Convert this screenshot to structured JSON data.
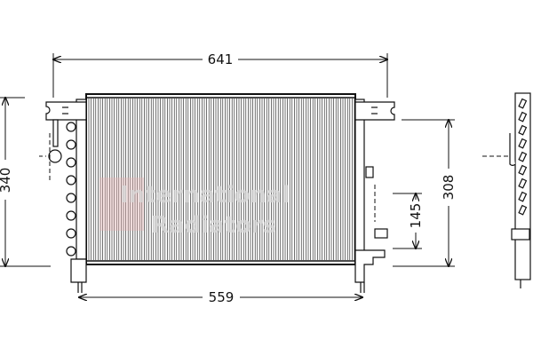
{
  "dimensions": {
    "overall_width": "641",
    "core_height": "340",
    "mount_spacing": "559",
    "side_height": "308",
    "connection_offset": "145"
  },
  "watermark": {
    "line1": "International",
    "line2": "Radiators"
  },
  "colors": {
    "line": "#111111",
    "watermark": "#d9d9d9",
    "watermark_logo": "#e8b0b0"
  }
}
